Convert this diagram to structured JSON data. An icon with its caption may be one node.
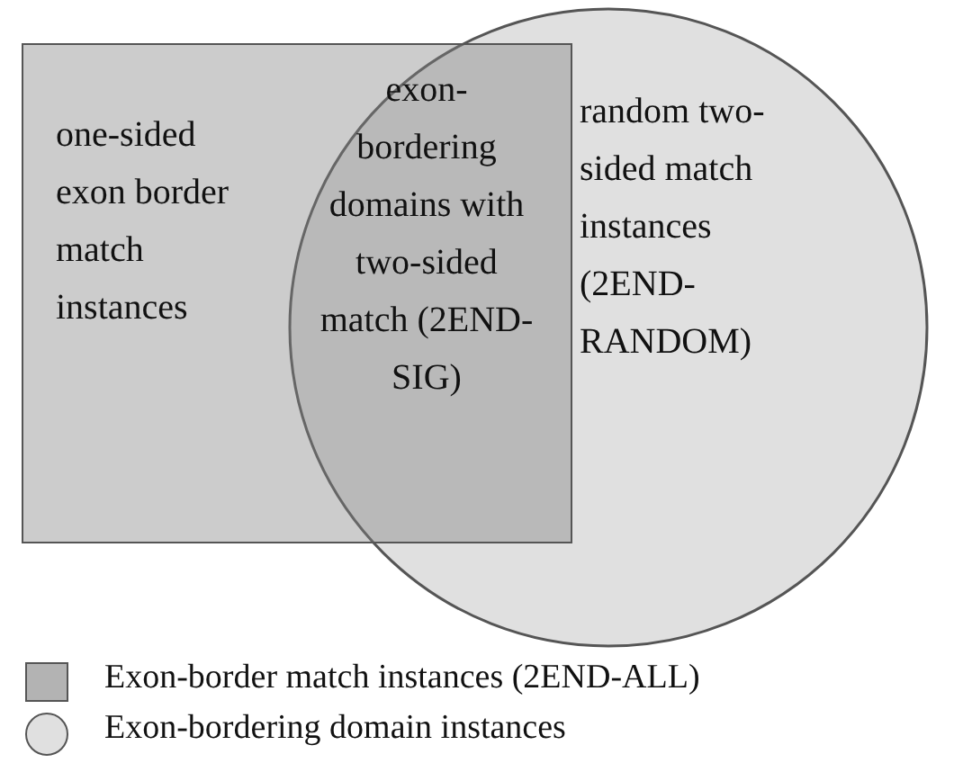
{
  "diagram": {
    "nodes": [
      {
        "text": [
          "one-sided exon border match instances"
        ]
      },
      {
        "text": [
          "random two-sided match instances (2END-RANDOM)"
        ]
      }
    ],
    "edges": [],
    "labels": [
      "exon-bordering domains with two-sided match (2END-SIG)"
    ],
    "legend": [
      {
        "text": "Exon-border match instances (2END-ALL)",
        "color": "#b3b3b3"
      },
      {
        "text": "Exon-bordering domain instances"
      }
    ]
  }
}
